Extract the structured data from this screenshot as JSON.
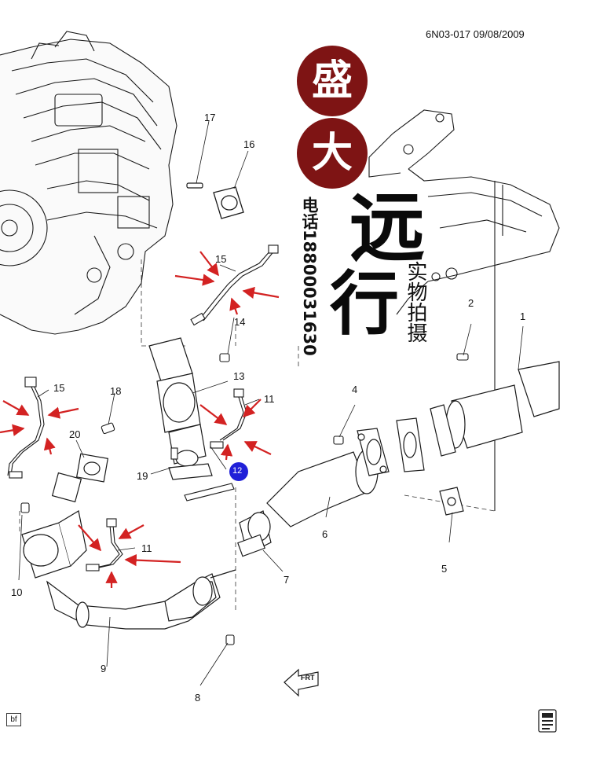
{
  "header": {
    "doc_id": "6N03-017  09/08/2009"
  },
  "watermark": {
    "seal_chars": [
      "盛",
      "大"
    ],
    "phone": "电话18800031630",
    "shop_name": [
      "远",
      "行"
    ],
    "tagline": "实物拍摄"
  },
  "callouts": [
    {
      "id": "c1",
      "label": "1"
    },
    {
      "id": "c2",
      "label": "2"
    },
    {
      "id": "c4",
      "label": "4"
    },
    {
      "id": "c5",
      "label": "5"
    },
    {
      "id": "c6",
      "label": "6"
    },
    {
      "id": "c7",
      "label": "7"
    },
    {
      "id": "c8",
      "label": "8"
    },
    {
      "id": "c9",
      "label": "9"
    },
    {
      "id": "c10",
      "label": "10"
    },
    {
      "id": "c11a",
      "label": "11"
    },
    {
      "id": "c11b",
      "label": "11"
    },
    {
      "id": "c12",
      "label": "12"
    },
    {
      "id": "c13",
      "label": "13"
    },
    {
      "id": "c14",
      "label": "14"
    },
    {
      "id": "c15a",
      "label": "15"
    },
    {
      "id": "c15b",
      "label": "15"
    },
    {
      "id": "c16",
      "label": "16"
    },
    {
      "id": "c17",
      "label": "17"
    },
    {
      "id": "c18",
      "label": "18"
    },
    {
      "id": "c19",
      "label": "19"
    },
    {
      "id": "c20",
      "label": "20"
    }
  ],
  "footer": {
    "left_badge": "bf",
    "front_label": "FRT"
  },
  "colors": {
    "arrow": "#d32222",
    "ink": "#1a1a1a",
    "seal": "#7e1414",
    "marker": "#2020d8"
  }
}
